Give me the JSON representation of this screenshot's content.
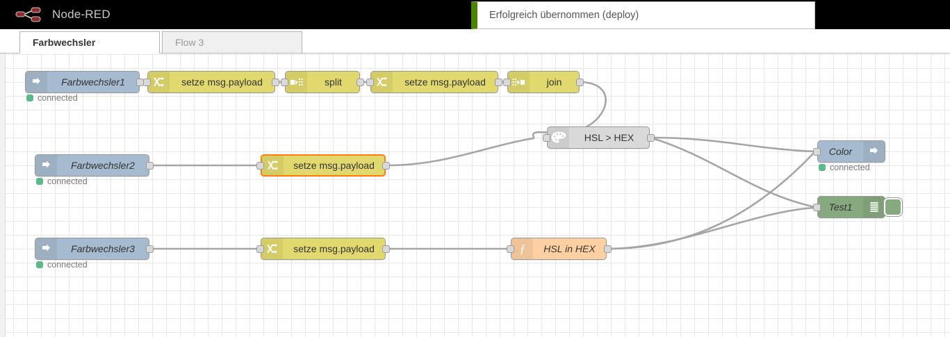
{
  "header": {
    "brand": "Node-RED",
    "logo_icon": "node-red-logo-icon"
  },
  "notification": {
    "message": "Erfolgreich übernommen (deploy)",
    "accent_color": "#4b8400"
  },
  "tabs": [
    {
      "label": "Farbwechsler",
      "active": true
    },
    {
      "label": "Flow 3",
      "active": false
    }
  ],
  "canvas": {
    "grid_size": 20,
    "nodes": [
      {
        "id": "farbwechsler1",
        "label": "Farbwechsler1",
        "type": "mqtt-in",
        "icon": "arrow-right-icon",
        "status": "connected",
        "status_color": "#5bb98c"
      },
      {
        "id": "change1",
        "label": "setze msg.payload",
        "type": "change",
        "icon": "change-icon"
      },
      {
        "id": "split1",
        "label": "split",
        "type": "split",
        "icon": "split-icon"
      },
      {
        "id": "change2",
        "label": "setze msg.payload",
        "type": "change",
        "icon": "change-icon"
      },
      {
        "id": "join1",
        "label": "join",
        "type": "join",
        "icon": "join-icon"
      },
      {
        "id": "farbwechsler2",
        "label": "Farbwechsler2",
        "type": "mqtt-in",
        "icon": "arrow-right-icon",
        "status": "connected",
        "status_color": "#5bb98c"
      },
      {
        "id": "change3",
        "label": "setze msg.payload",
        "type": "change",
        "icon": "change-icon",
        "selected": true
      },
      {
        "id": "farbwechsler3",
        "label": "Farbwechsler3",
        "type": "mqtt-in",
        "icon": "arrow-right-icon",
        "status": "connected",
        "status_color": "#5bb98c"
      },
      {
        "id": "change4",
        "label": "setze msg.payload",
        "type": "change",
        "icon": "change-icon"
      },
      {
        "id": "hsl2hex",
        "label": "HSL > HEX",
        "type": "grey",
        "icon": "color-palette-icon"
      },
      {
        "id": "hslinhex",
        "label": "HSL in HEX",
        "type": "function",
        "icon": "function-icon"
      },
      {
        "id": "color",
        "label": "Color",
        "type": "mqtt-out",
        "icon": "arrow-right-icon",
        "status": "connected",
        "status_color": "#5bb98c"
      },
      {
        "id": "test1",
        "label": "Test1",
        "type": "debug",
        "icon": "debug-lines-icon"
      }
    ],
    "colors": {
      "mqtt": "#a6bbcf",
      "change": "#e2d96e",
      "grey": "#d9d9d9",
      "function": "#fdd0a2",
      "debug": "#87a980",
      "selection": "#ff7f0e",
      "wire": "#a5a5a5"
    }
  }
}
